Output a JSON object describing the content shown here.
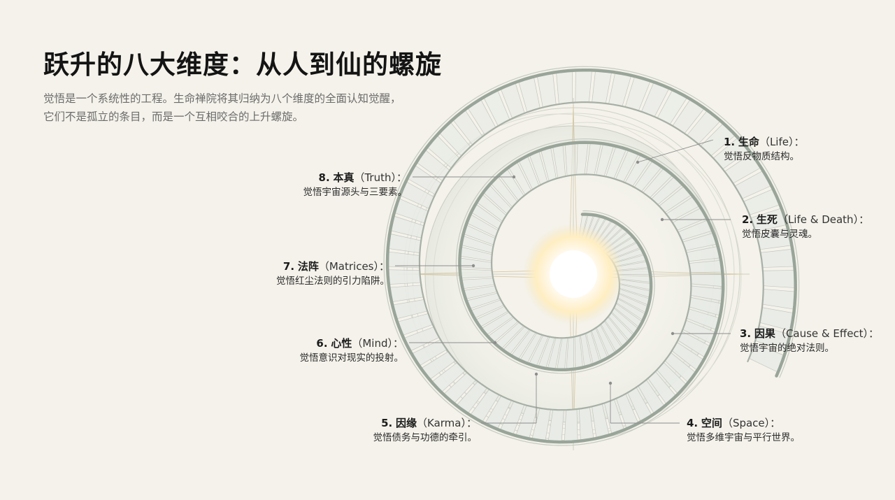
{
  "page": {
    "title": "跃升的八大维度：从人到仙的螺旋",
    "subtitle_lines": [
      "觉悟是一个系统性的工程。生命禅院将其归纳为八个维度的全面认知觉醒，",
      "它们不是孤立的条目，而是一个互相咬合的上升螺旋。"
    ]
  },
  "dimensions": [
    {
      "num": "1.",
      "name": "生命",
      "en": "（Life）：",
      "desc": "觉悟反物质结构。"
    },
    {
      "num": "2.",
      "name": "生死",
      "en": "（Life & Death）：",
      "desc": "觉悟皮囊与灵魂。"
    },
    {
      "num": "3.",
      "name": "因果",
      "en": "（Cause & Effect）：",
      "desc": "觉悟宇宙的绝对法则。"
    },
    {
      "num": "4.",
      "name": "空间",
      "en": "（Space）：",
      "desc": "觉悟多维宇宙与平行世界。"
    },
    {
      "num": "5.",
      "name": "因缘",
      "en": "（Karma）：",
      "desc": "觉悟债务与功德的牵引。"
    },
    {
      "num": "6.",
      "name": "心性",
      "en": "（Mind）：",
      "desc": "觉悟意识对现实的投射。"
    },
    {
      "num": "7.",
      "name": "法阵",
      "en": "（Matrices）：",
      "desc": "觉悟红尘法则的引力陷阱。"
    },
    {
      "num": "8.",
      "name": "本真",
      "en": "（Truth）：",
      "desc": "觉悟宇宙源头与三要素。"
    }
  ],
  "colors": {
    "background": "#f4f2ea",
    "line": "#a9afa6",
    "rail": "#9aa59a",
    "step": "#e8ebe6",
    "glow": "#ffe9a8",
    "accent": "#c9b27a"
  }
}
